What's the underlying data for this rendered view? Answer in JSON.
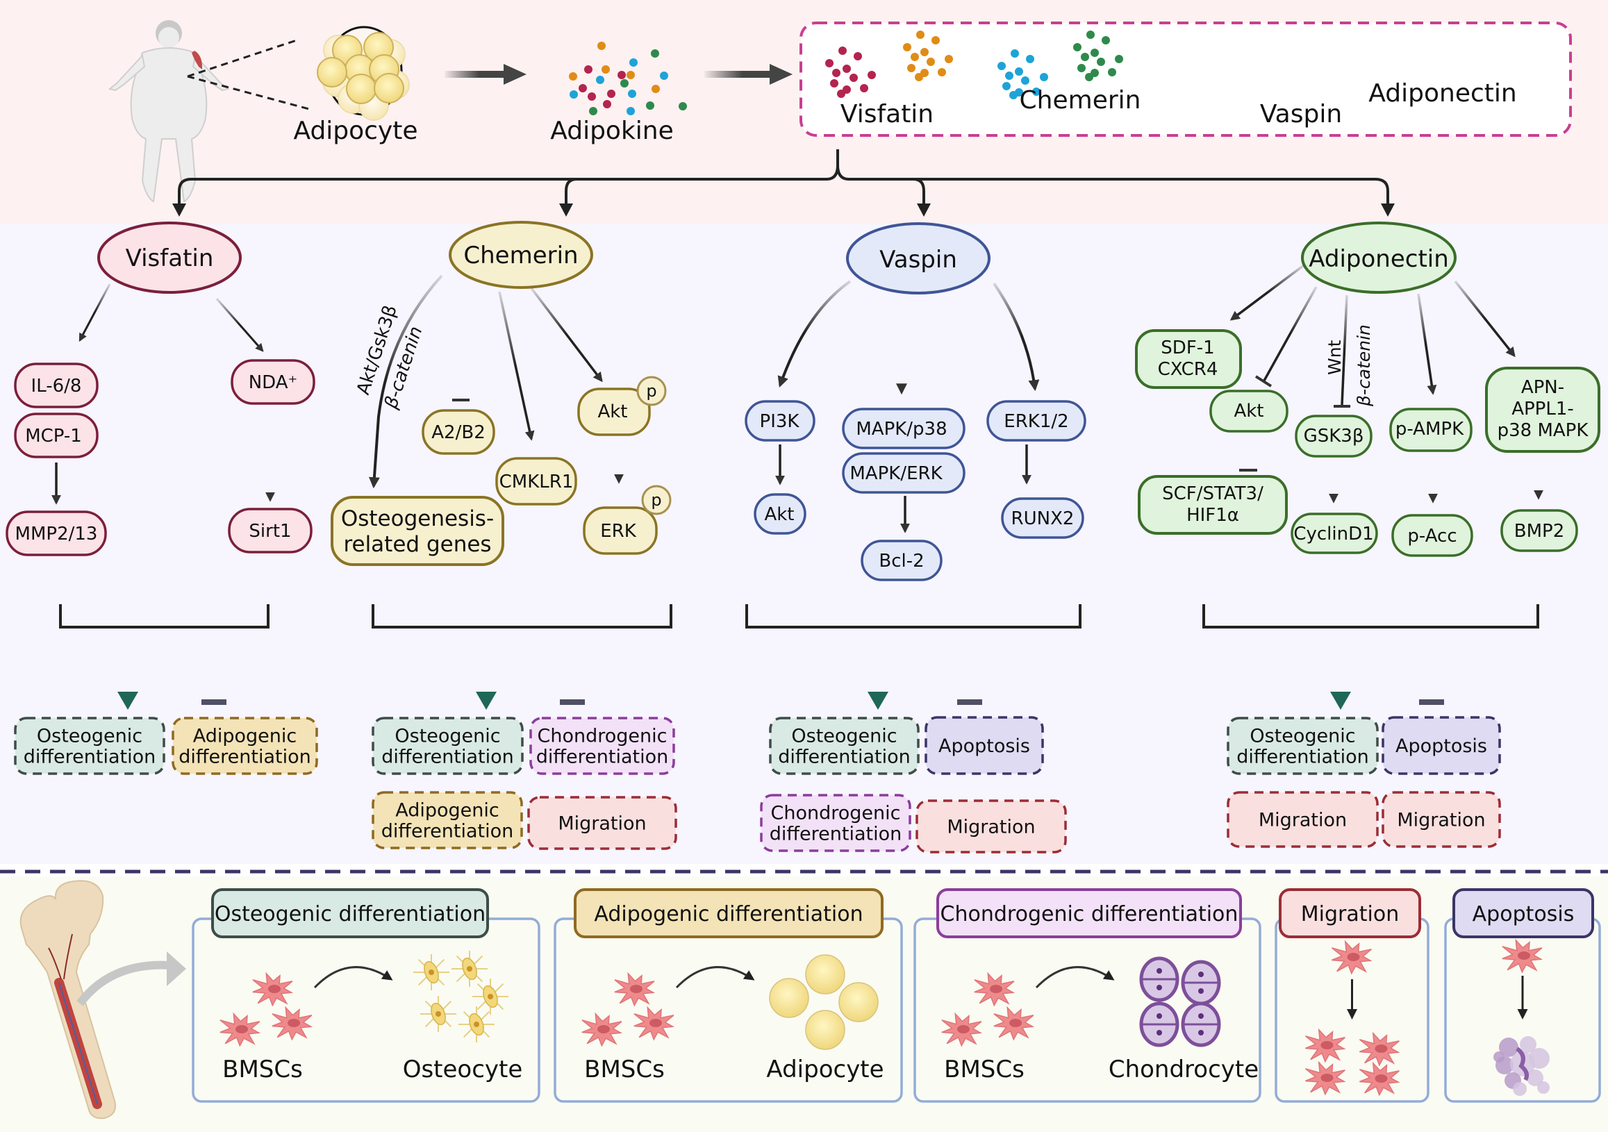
{
  "colors": {
    "top_bg": "#fdf1f1",
    "mid_bg": "#f7f5fd",
    "bottom_bg": "#fafbf2",
    "visfatin": {
      "fill": "#fbe3e8",
      "stroke": "#7b1f3c"
    },
    "chemerin": {
      "fill": "#f6f0cf",
      "stroke": "#8a7424"
    },
    "vaspin": {
      "fill": "#e3e9f8",
      "stroke": "#3f5597"
    },
    "adiponectin": {
      "fill": "#e0f3dc",
      "stroke": "#3a6e2a"
    },
    "osteo": {
      "fill": "#d9e9e4",
      "stroke": "#3d4d49"
    },
    "adipo": {
      "fill": "#f3e3b6",
      "stroke": "#8f6a22"
    },
    "chondro": {
      "fill": "#f3e1f8",
      "stroke": "#8a3e9a"
    },
    "migration": {
      "fill": "#fadfdf",
      "stroke": "#9b2d36"
    },
    "apoptosis": {
      "fill": "#dedbf2",
      "stroke": "#3b3566"
    },
    "promote_arrow": "#1f6757",
    "inhibit_bar": "#4f4f66",
    "box_border": "#f7f7ff",
    "adipokine_box_border": "#c83f91"
  },
  "top": {
    "adipocyte_label": "Adipocyte",
    "adipokine_label": "Adipokine",
    "adipokines": [
      {
        "name": "Visfatin",
        "dot_color": "#b3244e"
      },
      {
        "name": "Chemerin",
        "dot_color": "#e08c16"
      },
      {
        "name": "Vaspin",
        "dot_color": "#1ea3d8"
      },
      {
        "name": "Adiponectin",
        "dot_color": "#2e8a4c"
      }
    ]
  },
  "pathways": {
    "visfatin": {
      "title": "Visfatin",
      "nodes": [
        "IL-6/8",
        "MCP-1",
        "MMP2/13",
        "NDA⁺",
        "Sirt1"
      ],
      "outcomes": {
        "promote": [
          "Osteogenic\ndifferentiation"
        ],
        "inhibit": [
          "Adipogenic\ndifferentiation"
        ]
      }
    },
    "chemerin": {
      "title": "Chemerin",
      "edge_label_1": "Akt/Gsk3β",
      "edge_label_2": "β-catenin",
      "nodes": [
        "Osteogenesis-",
        "related genes",
        "A2/B2",
        "CMKLR1",
        "Akt",
        "ERK"
      ],
      "phospho": "p",
      "outcomes": {
        "promote": [
          "Osteogenic\ndifferentiation",
          "Adipogenic\ndifferentiation"
        ],
        "inhibit": [
          "Chondrogenic\ndifferentiation",
          "Migration"
        ]
      }
    },
    "vaspin": {
      "title": "Vaspin",
      "nodes": [
        "PI3K",
        "Akt",
        "MAPK/p38",
        "MAPK/ERK",
        "Bcl-2",
        "ERK1/2",
        "RUNX2"
      ],
      "outcomes": {
        "promote": [
          "Osteogenic\ndifferentiation",
          "Chondrogenic\ndifferentiation"
        ],
        "inhibit": [
          "Apoptosis",
          "Migration"
        ]
      }
    },
    "adiponectin": {
      "title": "Adiponectin",
      "edge_label_1": "Wnt",
      "edge_label_2": "β-catenin",
      "nodes": [
        "SDF-1",
        "CXCR4",
        "Akt",
        "SCF/STAT3/",
        "HIF1α",
        "GSK3β",
        "CyclinD1",
        "p-AMPK",
        "p-Acc",
        "APN-",
        "APPL1-",
        "p38 MAPK",
        "BMP2"
      ],
      "outcomes": {
        "promote": [
          "Osteogenic\ndifferentiation",
          "Migration"
        ],
        "inhibit": [
          "Apoptosis",
          "Migration"
        ]
      }
    }
  },
  "bottom": {
    "panels": [
      {
        "title": "Osteogenic differentiation",
        "from": "BMSCs",
        "to": "Osteocyte"
      },
      {
        "title": "Adipogenic differentiation",
        "from": "BMSCs",
        "to": "Adipocyte"
      },
      {
        "title": "Chondrogenic differentiation",
        "from": "BMSCs",
        "to": "Chondrocyte"
      },
      {
        "title": "Migration"
      },
      {
        "title": "Apoptosis"
      }
    ]
  }
}
